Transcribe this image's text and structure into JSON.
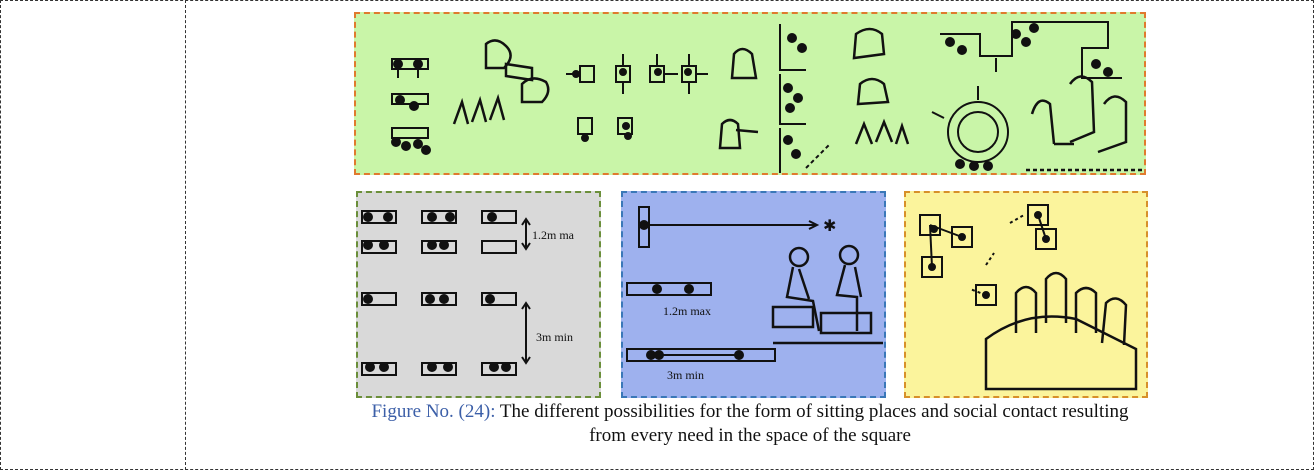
{
  "figure": {
    "caption_label": "Figure No. (24):",
    "caption_line1": "The different possibilities for the form of sitting places and social contact resulting",
    "caption_line2": "from every need in the space of the square"
  },
  "panels": {
    "gray": {
      "background": "#d9d9d9",
      "border_color": "#6b8f3a",
      "label_spacing_max": "1.2m ma",
      "label_spacing_min": "3m min"
    },
    "blue": {
      "background": "#9eb1ee",
      "border_color": "#3a78b8",
      "label_spacing_max": "1.2m max",
      "label_spacing_min": "3m min"
    },
    "top": {
      "background": "#c9f5a8",
      "border_color": "#e07a2e"
    },
    "yellow": {
      "background": "#fbf49c",
      "border_color": "#d7902a"
    }
  }
}
